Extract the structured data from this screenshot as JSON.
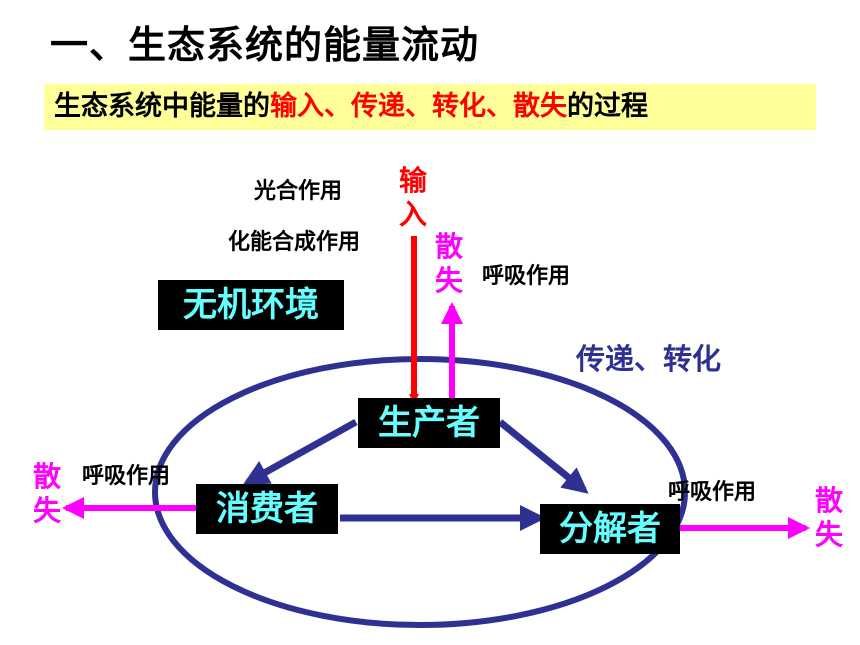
{
  "title": "一、生态系统的能量流动",
  "banner": {
    "prefix": "生态系统中能量的",
    "highlight": "输入、传递、转化、散失",
    "suffix": "的过程"
  },
  "labels": {
    "photosynthesis": "光合作用",
    "chemosynthesis": "化能合成作用",
    "input": "输入",
    "loss": "散失",
    "respiration": "呼吸作用",
    "transfer_transform": "传递、转化"
  },
  "nodes": {
    "abiotic": "无机环境",
    "producer": "生产者",
    "consumer": "消费者",
    "decomposer": "分解者"
  },
  "colors": {
    "arrow_input": "#ff0000",
    "arrow_loss": "#ff00ff",
    "arrow_flow": "#2e3192",
    "ellipse": "#2e3192",
    "node_text": "#66ffff",
    "banner_bg": "#ffff99"
  }
}
